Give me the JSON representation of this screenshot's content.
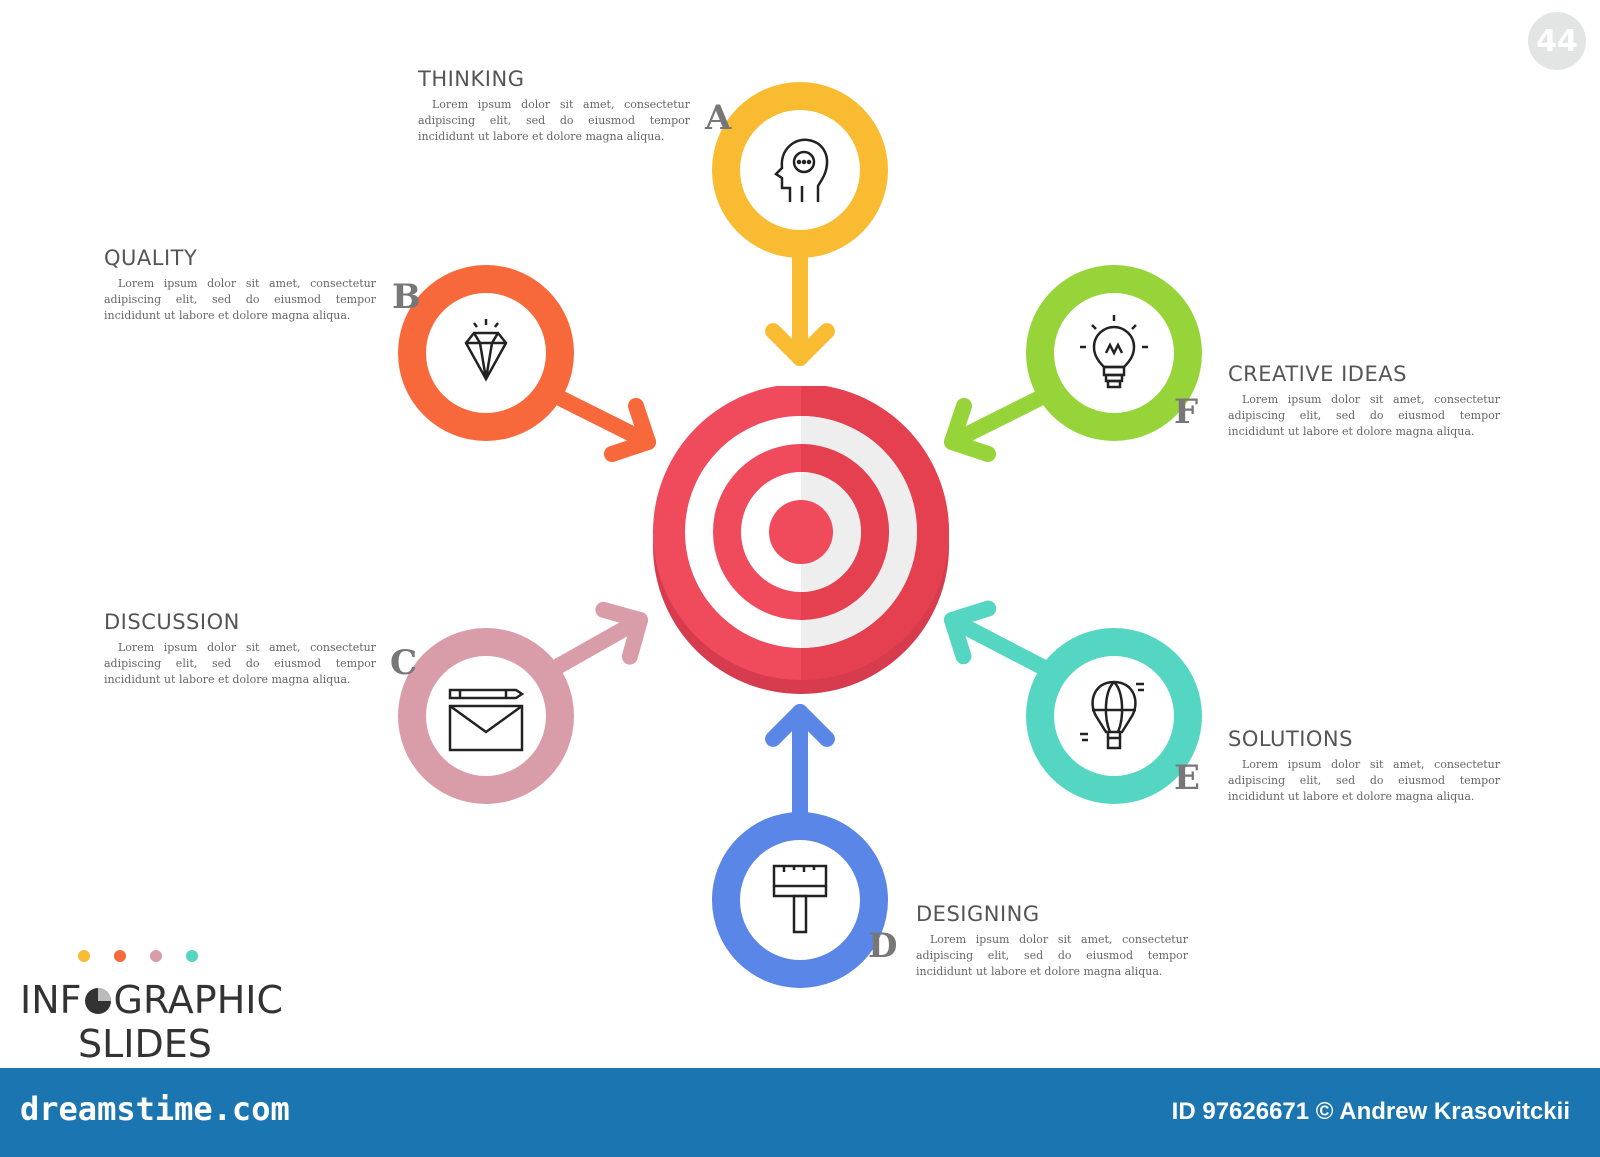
{
  "page_number": "44",
  "center": {
    "icon": "target-icon",
    "colors": {
      "red": "#ef4b5c",
      "dark_red": "#d63c4d",
      "white": "#ffffff",
      "light": "#eeeeee"
    }
  },
  "items": [
    {
      "letter": "A",
      "title": "THINKING",
      "desc": "Lorem ipsum dolor sit amet, consectetur adipiscing elit, sed do eiusmod tempor incididunt ut labore et dolore magna aliqua.",
      "color": "#f8bb31",
      "icon": "head-thought-icon",
      "direction": "down"
    },
    {
      "letter": "B",
      "title": "QUALITY",
      "desc": "Lorem ipsum dolor sit amet, consectetur adipiscing elit, sed do eiusmod tempor incididunt ut labore et dolore magna aliqua.",
      "color": "#f7693b",
      "icon": "diamond-icon",
      "direction": "down-right"
    },
    {
      "letter": "C",
      "title": "DISCUSSION",
      "desc": "Lorem ipsum dolor sit amet, consectetur adipiscing elit, sed do eiusmod tempor incididunt ut labore et dolore magna aliqua.",
      "color": "#d99ca9",
      "icon": "envelope-pencil-icon",
      "direction": "up-right"
    },
    {
      "letter": "D",
      "title": "DESIGNING",
      "desc": "Lorem ipsum dolor sit amet, consectetur adipiscing elit, sed do eiusmod tempor incididunt ut labore et dolore magna aliqua.",
      "color": "#5a86e7",
      "icon": "paint-brush-icon",
      "direction": "up"
    },
    {
      "letter": "E",
      "title": "SOLUTIONS",
      "desc": "Lorem ipsum dolor sit amet, consectetur adipiscing elit, sed do eiusmod tempor incididunt ut labore et dolore magna aliqua.",
      "color": "#55d6c2",
      "icon": "hot-air-balloon-icon",
      "direction": "up-left"
    },
    {
      "letter": "F",
      "title": "CREATIVE IDEAS",
      "desc": "Lorem ipsum dolor sit amet, consectetur adipiscing elit, sed do eiusmod tempor incididunt ut labore et dolore magna aliqua.",
      "color": "#96d43a",
      "icon": "light-bulb-icon",
      "direction": "down-left"
    }
  ],
  "logo": {
    "line1_a": "INF",
    "line1_b": "GRAPHIC",
    "line2": "SLIDES",
    "dot_colors": [
      "#f8bb31",
      "#f7693b",
      "#d99ca9",
      "#55d6c2"
    ]
  },
  "footer": {
    "site": "dreamstime.com",
    "credit": "ID 97626671 © Andrew Krasovitckii"
  }
}
